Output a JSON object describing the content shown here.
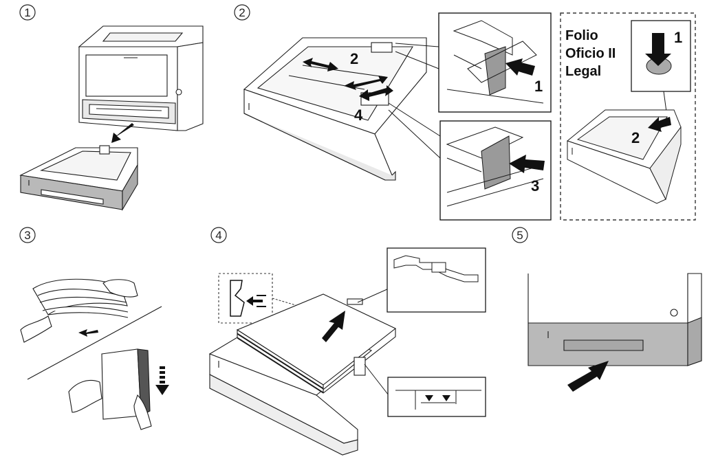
{
  "steps": {
    "s1": "1",
    "s2": "2",
    "s3": "3",
    "s4": "4",
    "s5": "5"
  },
  "step2_callouts": {
    "c2": "2",
    "c4": "4",
    "c1": "1",
    "c3": "3"
  },
  "folio_panel": {
    "line1": "Folio",
    "line2": "Oficio II",
    "line3": "Legal",
    "c1": "1",
    "c2": "2"
  },
  "colors": {
    "line": "#1a1a1a",
    "tray_gray": "#b9b9b9",
    "arrow": "#111111",
    "dash": "#333333"
  }
}
